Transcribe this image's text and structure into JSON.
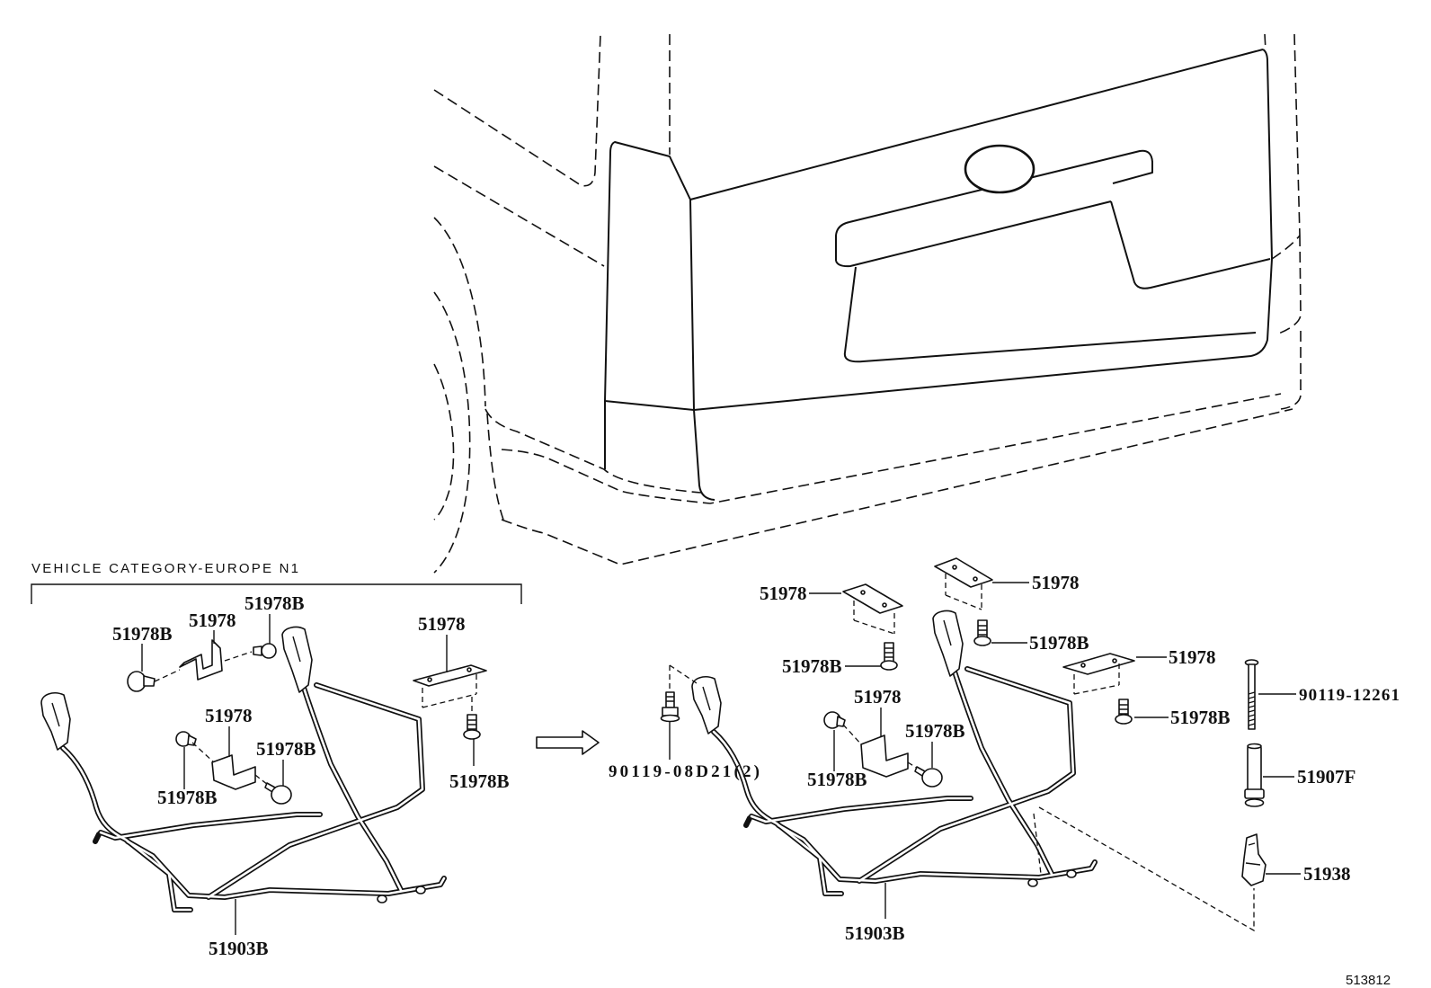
{
  "section_label": "VEHICLE CATEGORY-EUROPE N1",
  "illustration_number": "513812",
  "callouts_left": [
    "51978B",
    "51978",
    "51978B",
    "51978",
    "51978",
    "51978B",
    "51978B",
    "51978B",
    "51903B"
  ],
  "callouts_right": [
    "51978",
    "51978",
    "51978B",
    "51978B",
    "51978",
    "51978",
    "51978B",
    "90119-12261",
    "51978B",
    "90119-08D21(2)",
    "51978B",
    "51907F",
    "51938",
    "51903B"
  ]
}
